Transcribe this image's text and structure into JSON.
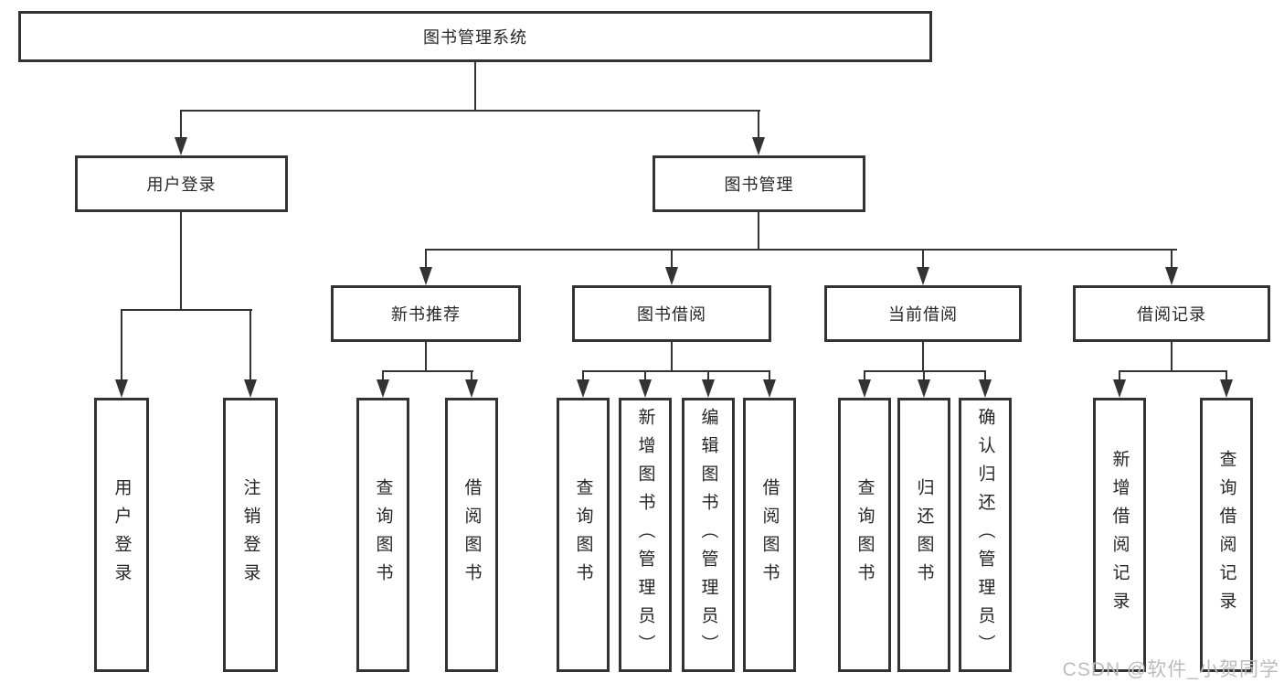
{
  "tree": {
    "root": {
      "label": "图书管理系统"
    },
    "level2": [
      {
        "label": "用户登录",
        "children": [
          {
            "label": "用户登录"
          },
          {
            "label": "注销登录"
          }
        ]
      },
      {
        "label": "图书管理",
        "children": [
          {
            "label": "新书推荐",
            "children": [
              {
                "label": "查询图书"
              },
              {
                "label": "借阅图书"
              }
            ]
          },
          {
            "label": "图书借阅",
            "children": [
              {
                "label": "查询图书"
              },
              {
                "label": "新增图书（管理员）"
              },
              {
                "label": "编辑图书（管理员）"
              },
              {
                "label": "借阅图书"
              }
            ]
          },
          {
            "label": "当前借阅",
            "children": [
              {
                "label": "查询图书"
              },
              {
                "label": "归还图书"
              },
              {
                "label": "确认归还（管理员）"
              }
            ]
          },
          {
            "label": "借阅记录",
            "children": [
              {
                "label": "新增借阅记录"
              },
              {
                "label": "查询借阅记录"
              }
            ]
          }
        ]
      }
    ]
  },
  "watermark": {
    "text": "CSDN @软件_小贺同学",
    "color": "#bcbcbc"
  },
  "colors": {
    "line": "#333333",
    "border": "#333333",
    "background": "#ffffff",
    "text": "#262626"
  }
}
